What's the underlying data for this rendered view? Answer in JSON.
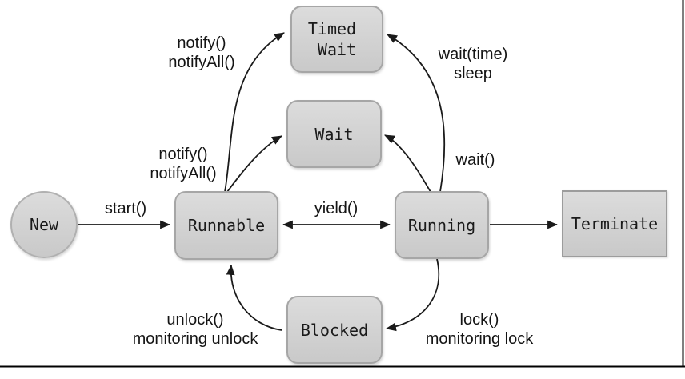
{
  "diagram": {
    "type": "state-diagram",
    "nodes": {
      "new": {
        "label": "New"
      },
      "runnable": {
        "label": "Runnable"
      },
      "running": {
        "label": "Running"
      },
      "terminate": {
        "label": "Terminate"
      },
      "timed_wait": {
        "line1": "Timed_",
        "line2": "Wait"
      },
      "wait": {
        "label": "Wait"
      },
      "blocked": {
        "label": "Blocked"
      }
    },
    "edge_labels": {
      "start": {
        "label": "start()"
      },
      "yield": {
        "label": "yield()"
      },
      "notify_upper": {
        "line1": "notify()",
        "line2": "notifyAll()"
      },
      "notify_lower": {
        "line1": "notify()",
        "line2": "notifyAll()"
      },
      "wait_time": {
        "line1": "wait(time)",
        "line2": "sleep"
      },
      "wait": {
        "label": "wait()"
      },
      "lock": {
        "line1": "lock()",
        "line2": "monitoring lock"
      },
      "unlock": {
        "line1": "unlock()",
        "line2": "monitoring unlock"
      }
    },
    "colors": {
      "background": "#ffffff",
      "node_fill_top": "#dcdcdc",
      "node_fill_bottom": "#c9c9c9",
      "node_border": "#a6a6a6",
      "arrow": "#1a1a1a",
      "text": "#141414",
      "frame_line": "#000000"
    }
  }
}
